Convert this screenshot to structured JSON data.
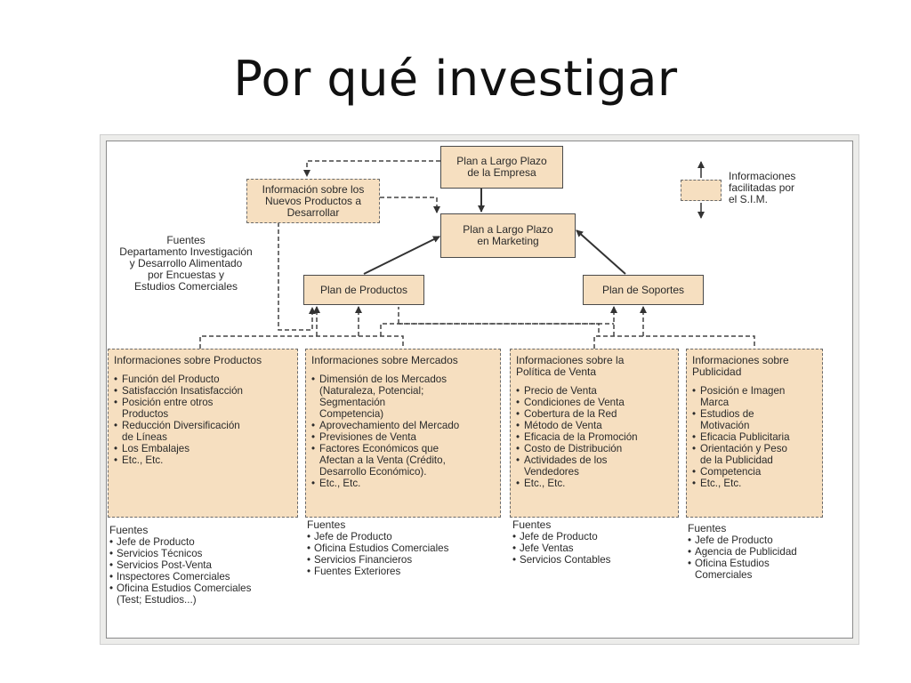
{
  "title": "Por qué investigar",
  "boxes": {
    "plan_empresa": "Plan a Largo Plazo\nde la Empresa",
    "plan_marketing": "Plan a Largo Plazo\nen Marketing",
    "plan_productos": "Plan de Productos",
    "plan_soportes": "Plan de Soportes",
    "info_nuevos": "Información sobre los\nNuevos Productos a\nDesarrollar"
  },
  "legend": {
    "label": "Informaciones\nfacilitadas por\nel S.I.M."
  },
  "fuentes_idi": "Fuentes\nDepartamento Investigación\ny Desarrollo Alimentado\npor Encuestas y\nEstudios Comerciales",
  "panels": [
    {
      "title": "Informaciones sobre Productos",
      "items": [
        "Función del Producto",
        "Satisfacción Insatisfacción",
        "Posición entre otros\nProductos",
        "Reducción Diversificación\nde Líneas",
        "Los Embalajes",
        "Etc., Etc."
      ],
      "fuentes_label": "Fuentes",
      "fuentes": [
        "Jefe de Producto",
        "Servicios Técnicos",
        "Servicios Post-Venta",
        "Inspectores Comerciales",
        "Oficina Estudios Comerciales\n(Test; Estudios...)"
      ]
    },
    {
      "title": "Informaciones sobre Mercados",
      "items": [
        "Dimensión de los Mercados\n(Naturaleza, Potencial;\nSegmentación\nCompetencia)",
        "Aprovechamiento del Mercado",
        "Previsiones de Venta",
        "Factores Económicos que\nAfectan a la Venta (Crédito,\nDesarrollo Económico).",
        "Etc., Etc."
      ],
      "fuentes_label": "Fuentes",
      "fuentes": [
        "Jefe de Producto",
        "Oficina Estudios Comerciales",
        "Servicios Financieros",
        "Fuentes Exteriores"
      ]
    },
    {
      "title": "Informaciones sobre la\nPolítica de Venta",
      "items": [
        "Precio de Venta",
        "Condiciones de Venta",
        "Cobertura de la Red",
        "Método de Venta",
        "Eficacia de la Promoción",
        "Costo de Distribución",
        "Actividades de los\nVendedores",
        "Etc., Etc."
      ],
      "fuentes_label": "Fuentes",
      "fuentes": [
        "Jefe de Producto",
        "Jefe Ventas",
        "Servicios Contables"
      ]
    },
    {
      "title": "Informaciones sobre\nPublicidad",
      "items": [
        "Posición e Imagen\nMarca",
        "Estudios de\nMotivación",
        "Eficacia Publicitaria",
        "Orientación y Peso\nde la Publicidad",
        "Competencia",
        "Etc., Etc."
      ],
      "fuentes_label": "Fuentes",
      "fuentes": [
        "Jefe de Producto",
        "Agencia de Publicidad",
        "Oficina Estudios\nComerciales"
      ]
    }
  ],
  "colors": {
    "box_fill": "#f6dfc0",
    "line": "#333333",
    "frame": "#ececea"
  }
}
